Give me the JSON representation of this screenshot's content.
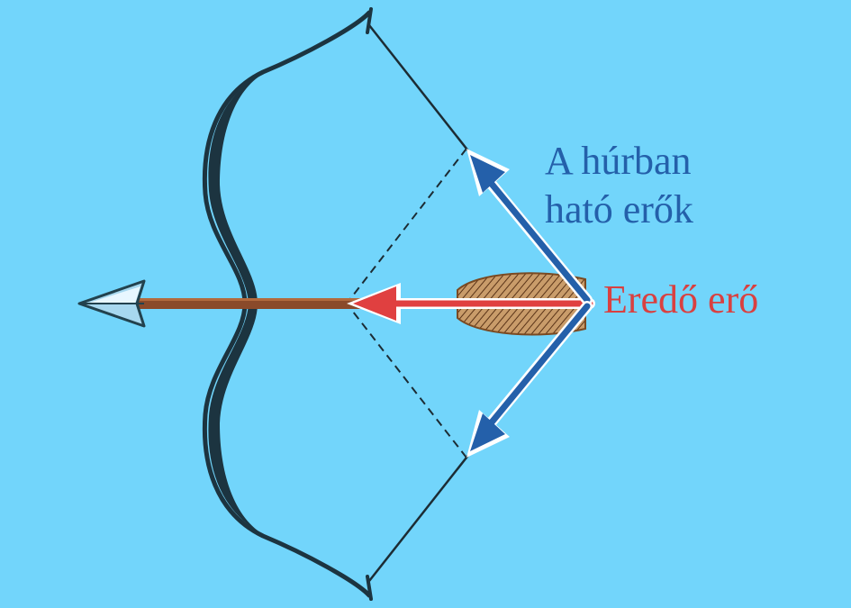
{
  "labels": {
    "string_forces_line1": "A húrban",
    "string_forces_line2": "ható erők",
    "resultant_force": "Eredő erő"
  },
  "colors": {
    "background": "#72d5fb",
    "string_force_arrow": "#2460aa",
    "resultant_arrow": "#e04040",
    "bow": "#1c3440",
    "string": "#1c2c34",
    "arrow_shaft": "#8a4a2a",
    "fletching": "#c79a66",
    "arrowhead": "#a7d8ef"
  },
  "icons": {
    "bow": "bow-icon",
    "arrow": "arrow-icon",
    "arrowhead": "arrowhead-icon",
    "fletching": "fletching-icon"
  }
}
